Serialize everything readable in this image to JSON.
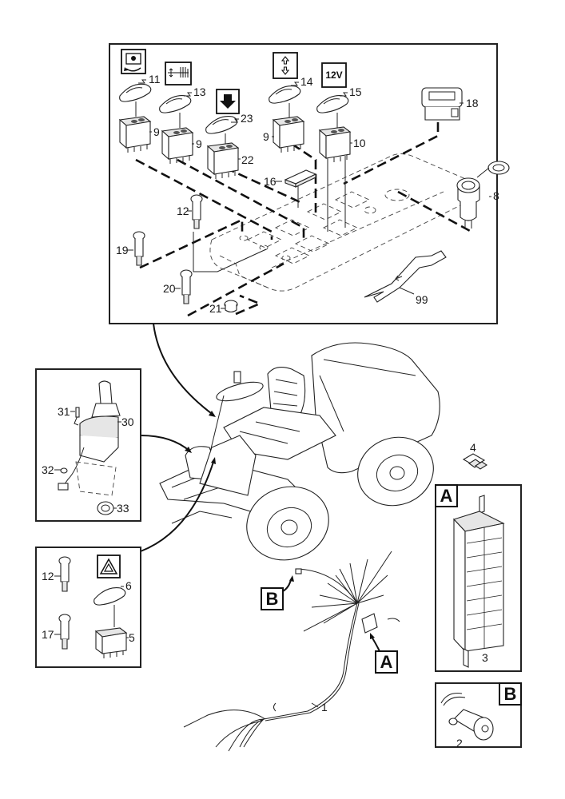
{
  "title": "Electrical system exploded parts diagram",
  "callouts": {
    "top_panel": {
      "icons": [
        {
          "name": "beacon-rotating-icon",
          "label": ""
        },
        {
          "name": "sweeper-brush-icon",
          "label": ""
        },
        {
          "name": "arrow-down-icon",
          "label": ""
        },
        {
          "name": "up-down-arrows-icon",
          "label": ""
        },
        {
          "name": "power-12v-icon",
          "label": "12V"
        }
      ],
      "parts": [
        {
          "id": "11",
          "desc": "switch rocker cap (rotating beacon)"
        },
        {
          "id": "13",
          "desc": "switch rocker cap (brush)"
        },
        {
          "id": "23",
          "desc": "switch rocker cap (down)"
        },
        {
          "id": "14",
          "desc": "switch rocker cap (up/down)"
        },
        {
          "id": "15",
          "desc": "switch rocker cap (12V)"
        },
        {
          "id": "18",
          "desc": "panel indicator"
        },
        {
          "id": "9",
          "desc": "rocker switch"
        },
        {
          "id": "22",
          "desc": "rocker switch"
        },
        {
          "id": "10",
          "desc": "rocker switch"
        },
        {
          "id": "16",
          "desc": "blank plug"
        },
        {
          "id": "8",
          "desc": "12V socket"
        },
        {
          "id": "12",
          "desc": "indicator lamp"
        },
        {
          "id": "19",
          "desc": "indicator lamp"
        },
        {
          "id": "20",
          "desc": "indicator lamp"
        },
        {
          "id": "21",
          "desc": "plug"
        },
        {
          "id": "99",
          "desc": "removal tool"
        }
      ]
    },
    "joystick_panel": {
      "parts": [
        {
          "id": "31",
          "desc": "screw"
        },
        {
          "id": "30",
          "desc": "joystick"
        },
        {
          "id": "32",
          "desc": "nut"
        },
        {
          "id": "33",
          "desc": "grommet"
        }
      ]
    },
    "hazard_panel": {
      "icons": [
        {
          "name": "hazard-triangle-icon",
          "label": ""
        }
      ],
      "parts": [
        {
          "id": "12",
          "desc": "indicator lamp"
        },
        {
          "id": "6",
          "desc": "switch rocker cap (hazard)"
        },
        {
          "id": "17",
          "desc": "indicator lamp"
        },
        {
          "id": "5",
          "desc": "rocker switch"
        }
      ]
    },
    "detail_a": {
      "letter": "A",
      "parts": [
        {
          "id": "3",
          "desc": "fuse box"
        }
      ]
    },
    "detail_b": {
      "letter": "B",
      "parts": [
        {
          "id": "2",
          "desc": "buzzer"
        }
      ]
    },
    "loose": [
      {
        "id": "4",
        "desc": "fuse"
      },
      {
        "id": "1",
        "desc": "wiring harness"
      }
    ],
    "harness_refs": {
      "a": "A",
      "b": "B"
    }
  }
}
